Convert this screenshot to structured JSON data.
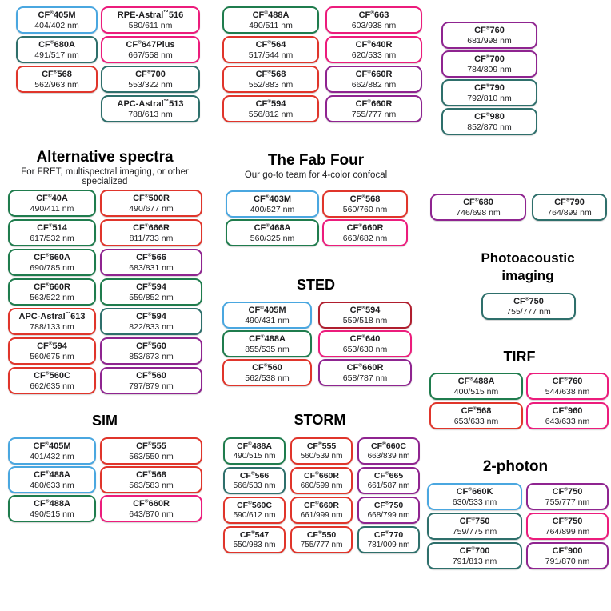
{
  "chart_data": {
    "type": "table",
    "title": "CF dye selection guide by imaging application",
    "palette": {
      "blue": "#4AA7E0",
      "green": "#1F7C4D",
      "teal": "#2E6F6B",
      "red": "#E0352B",
      "crimson": "#B01E2E",
      "pink": "#EC1C7C",
      "purple": "#8F2490"
    },
    "sections": {
      "alternative_spectra": {
        "title": "Alternative spectra",
        "subtitle": "For FRET, multispectral imaging, or other specialized"
      },
      "fab_four": {
        "title": "The Fab Four",
        "subtitle": "Our go-to team for 4-color confocal"
      },
      "sted": {
        "title": "STED"
      },
      "photoacoustic": {
        "title": "Photoacoustic imaging"
      },
      "tirf": {
        "title": "TIRF"
      },
      "sim": {
        "title": "SIM"
      },
      "storm": {
        "title": "STORM"
      },
      "two_photon": {
        "title": "2-photon"
      }
    },
    "groups": {
      "top_left_a": {
        "items": [
          {
            "name": "CF®405M",
            "nm": "404/402 nm",
            "color": "blue"
          },
          {
            "name": "CF®680A",
            "nm": "491/517 nm",
            "color": "teal"
          },
          {
            "name": "CF®568",
            "nm": "562/963 nm",
            "color": "red"
          }
        ]
      },
      "top_left_b": {
        "items": [
          {
            "name": "RPE-Astral™516",
            "nm": "580/611 nm",
            "color": "pink"
          },
          {
            "name": "CF®647Plus",
            "nm": "667/558 nm",
            "color": "pink"
          },
          {
            "name": "CF®700",
            "nm": "553/322 nm",
            "color": "teal"
          },
          {
            "name": "APC-Astral™513",
            "nm": "788/613 nm",
            "color": "teal"
          }
        ]
      },
      "top_mid_a": {
        "items": [
          {
            "name": "CF®488A",
            "nm": "490/511 nm",
            "color": "green"
          },
          {
            "name": "CF®564",
            "nm": "517/544 nm",
            "color": "red"
          },
          {
            "name": "CF®568",
            "nm": "552/883 nm",
            "color": "red"
          },
          {
            "name": "CF®594",
            "nm": "556/812 nm",
            "color": "red"
          }
        ]
      },
      "top_mid_b": {
        "items": [
          {
            "name": "CF®663",
            "nm": "603/938 nm",
            "color": "pink"
          },
          {
            "name": "CF®640R",
            "nm": "620/533 nm",
            "color": "pink"
          },
          {
            "name": "CF®660R",
            "nm": "662/882 nm",
            "color": "purple"
          },
          {
            "name": "CF®660R",
            "nm": "755/777 nm",
            "color": "purple"
          }
        ]
      },
      "top_right": {
        "items": [
          {
            "name": "CF®760",
            "nm": "681/998 nm",
            "color": "purple"
          },
          {
            "name": "CF®700",
            "nm": "784/809 nm",
            "color": "purple"
          },
          {
            "name": "CF®790",
            "nm": "792/810 nm",
            "color": "teal"
          },
          {
            "name": "CF®980",
            "nm": "852/870 nm",
            "color": "teal"
          }
        ]
      },
      "alternative_spectra": {
        "items": [
          {
            "name": "CF®40A",
            "nm": "490/411 nm",
            "color": "green"
          },
          {
            "name": "CF®500R",
            "nm": "490/677 nm",
            "color": "red"
          },
          {
            "name": "CF®514",
            "nm": "617/532 nm",
            "color": "green"
          },
          {
            "name": "CF®666R",
            "nm": "811/733 nm",
            "color": "red"
          },
          {
            "name": "CF®660A",
            "nm": "690/785 nm",
            "color": "green"
          },
          {
            "name": "CF®566",
            "nm": "683/831 nm",
            "color": "purple"
          },
          {
            "name": "CF®660R",
            "nm": "563/522 nm",
            "color": "green"
          },
          {
            "name": "CF®594",
            "nm": "559/852 nm",
            "color": "green"
          },
          {
            "name": "APC-Astral™613",
            "nm": "788/133 nm",
            "color": "red"
          },
          {
            "name": "CF®594",
            "nm": "822/833 nm",
            "color": "teal"
          },
          {
            "name": "CF®594",
            "nm": "560/675 nm",
            "color": "red"
          },
          {
            "name": "CF®560",
            "nm": "853/673 nm",
            "color": "purple"
          },
          {
            "name": "CF®560C",
            "nm": "662/635 nm",
            "color": "red"
          },
          {
            "name": "CF®560",
            "nm": "797/879 nm",
            "color": "purple"
          }
        ]
      },
      "fab_four": {
        "items": [
          {
            "name": "CF®403M",
            "nm": "400/527 nm",
            "color": "blue"
          },
          {
            "name": "CF®568",
            "nm": "560/760 nm",
            "color": "red"
          },
          {
            "name": "CF®468A",
            "nm": "560/325 nm",
            "color": "green"
          },
          {
            "name": "CF®660R",
            "nm": "663/682 nm",
            "color": "pink"
          }
        ]
      },
      "pa_pair": {
        "items": [
          {
            "name": "CF®680",
            "nm": "746/698 nm",
            "color": "purple"
          },
          {
            "name": "CF®790",
            "nm": "764/899 nm",
            "color": "teal"
          }
        ]
      },
      "sted": {
        "items": [
          {
            "name": "CF®405M",
            "nm": "490/431 nm",
            "color": "blue"
          },
          {
            "name": "CF®594",
            "nm": "559/518 nm",
            "color": "crimson"
          },
          {
            "name": "CF®488A",
            "nm": "855/535 nm",
            "color": "green"
          },
          {
            "name": "CF®640",
            "nm": "653/630 nm",
            "color": "pink"
          },
          {
            "name": "CF®560",
            "nm": "562/538 nm",
            "color": "red"
          },
          {
            "name": "CF®660R",
            "nm": "658/787 nm",
            "color": "purple"
          }
        ]
      },
      "photoacoustic": {
        "items": [
          {
            "name": "CF®750",
            "nm": "755/777 nm",
            "color": "teal"
          }
        ]
      },
      "tirf": {
        "items": [
          {
            "name": "CF®488A",
            "nm": "400/515 nm",
            "color": "green"
          },
          {
            "name": "CF®760",
            "nm": "544/638 nm",
            "color": "pink"
          },
          {
            "name": "CF®568",
            "nm": "653/633 nm",
            "color": "red"
          },
          {
            "name": "CF®960",
            "nm": "643/633 nm",
            "color": "pink"
          }
        ]
      },
      "sim": {
        "items": [
          {
            "name": "CF®405M",
            "nm": "401/432 nm",
            "color": "blue"
          },
          {
            "name": "CF®555",
            "nm": "563/550 nm",
            "color": "red"
          },
          {
            "name": "CF®488A",
            "nm": "480/633 nm",
            "color": "blue"
          },
          {
            "name": "CF®568",
            "nm": "563/583 nm",
            "color": "red"
          },
          {
            "name": "CF®488A",
            "nm": "490/515 nm",
            "color": "green"
          },
          {
            "name": "CF®660R",
            "nm": "643/870 nm",
            "color": "pink"
          }
        ]
      },
      "storm": {
        "items": [
          {
            "name": "CF®488A",
            "nm": "490/515 nm",
            "color": "green"
          },
          {
            "name": "CF®555",
            "nm": "560/539 nm",
            "color": "red"
          },
          {
            "name": "CF®660C",
            "nm": "663/839 nm",
            "color": "purple"
          },
          {
            "name": "CF®566",
            "nm": "566/533 nm",
            "color": "teal"
          },
          {
            "name": "CF®660R",
            "nm": "660/599 nm",
            "color": "red"
          },
          {
            "name": "CF®665",
            "nm": "661/587 nm",
            "color": "purple"
          },
          {
            "name": "CF®560C",
            "nm": "590/612 nm",
            "color": "red"
          },
          {
            "name": "CF®660R",
            "nm": "661/999 nm",
            "color": "red"
          },
          {
            "name": "CF®750",
            "nm": "668/799 nm",
            "color": "purple"
          },
          {
            "name": "CF®547",
            "nm": "550/983 nm",
            "color": "red"
          },
          {
            "name": "CF®550",
            "nm": "755/777 nm",
            "color": "red"
          },
          {
            "name": "CF®770",
            "nm": "781/009 nm",
            "color": "teal"
          }
        ]
      },
      "two_photon": {
        "items": [
          {
            "name": "CF®660K",
            "nm": "630/533 nm",
            "color": "blue"
          },
          {
            "name": "CF®750",
            "nm": "755/777 nm",
            "color": "purple"
          },
          {
            "name": "CF®750",
            "nm": "759/775 nm",
            "color": "teal"
          },
          {
            "name": "CF®750",
            "nm": "764/899 nm",
            "color": "pink"
          },
          {
            "name": "CF®700",
            "nm": "791/813 nm",
            "color": "teal"
          },
          {
            "name": "CF®900",
            "nm": "791/870 nm",
            "color": "purple"
          }
        ]
      }
    }
  }
}
